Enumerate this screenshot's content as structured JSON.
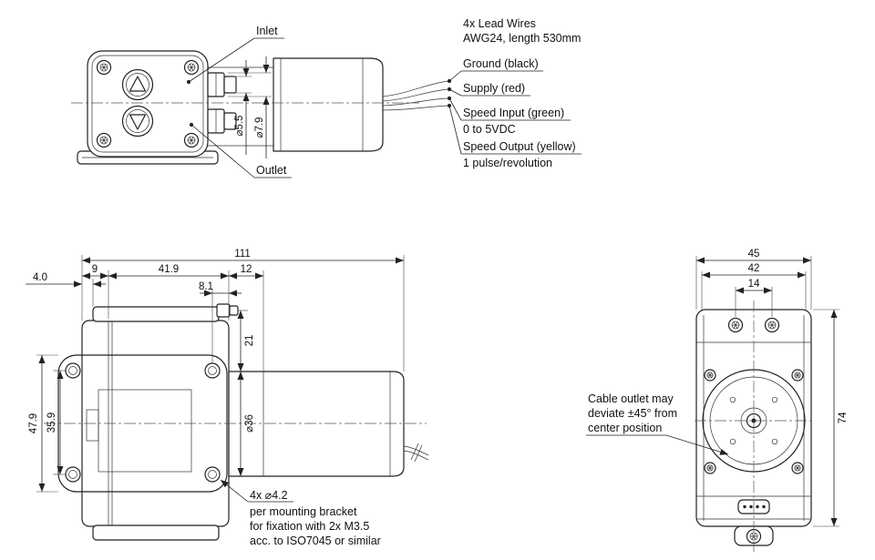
{
  "top_view": {
    "inlet": "Inlet",
    "outlet": "Outlet",
    "dia_small": "⌀5.5",
    "dia_large": "⌀7.9",
    "lead_wires_line1": "4x Lead Wires",
    "lead_wires_line2": "AWG24, length 530mm",
    "wire_ground": "Ground (black)",
    "wire_supply": "Supply (red)",
    "wire_speed_input": "Speed Input (green)",
    "wire_speed_input_detail": "0 to 5VDC",
    "wire_speed_output": "Speed Output (yellow)",
    "wire_speed_output_detail": "1 pulse/revolution"
  },
  "side_view": {
    "dim_length_total": "111",
    "dim_9": "9",
    "dim_41_9": "41.9",
    "dim_12": "12",
    "dim_4_0": "4.0",
    "dim_8_1": "8.1",
    "dim_21": "21",
    "dim_dia_36": "⌀36",
    "dim_47_9": "47.9",
    "dim_35_9": "35.9",
    "mounting_note_line1": "4x ⌀4.2",
    "mounting_note_line2": "per mounting bracket",
    "mounting_note_line3": "for fixation with 2x M3.5",
    "mounting_note_line4": "acc. to ISO7045 or similar"
  },
  "front_view": {
    "dim_width_45": "45",
    "dim_42": "42",
    "dim_14": "14",
    "dim_height_74": "74",
    "cable_note_line1": "Cable outlet may",
    "cable_note_line2": "deviate ±45° from",
    "cable_note_line3": "center position"
  }
}
